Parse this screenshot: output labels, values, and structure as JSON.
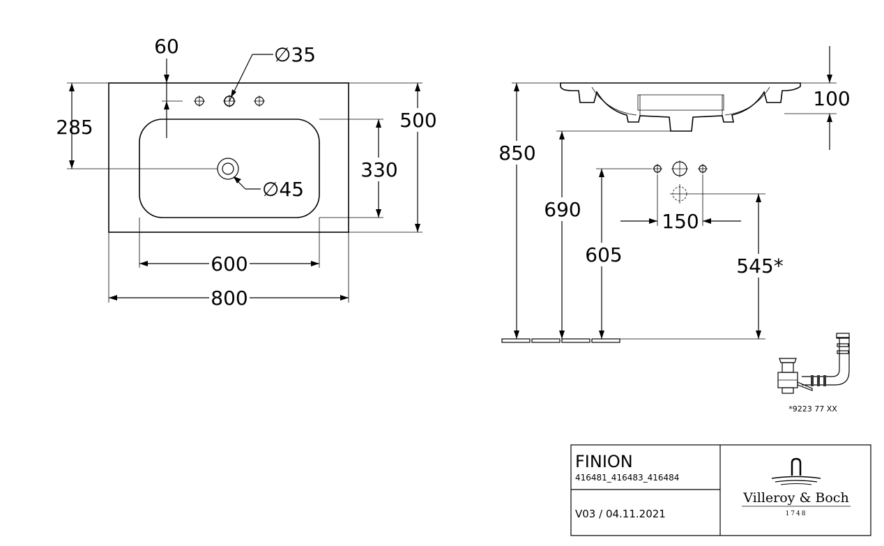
{
  "top_view": {
    "dim_tap_offset": "60",
    "dim_tap_hole": "∅35",
    "dim_front_to_drain": "285",
    "dim_overall_depth": "500",
    "dim_bowl_depth": "330",
    "dim_drain_hole": "∅45",
    "dim_bowl_width": "600",
    "dim_overall_width": "800"
  },
  "side_view": {
    "dim_rim_height": "850",
    "dim_thickness": "100",
    "dim_bottom_height": "690",
    "dim_tap_height": "605",
    "dim_tap_spacing": "150",
    "dim_waste_height": "545*"
  },
  "waste_note": "*9223 77 XX",
  "title_block": {
    "product": "FINION",
    "article_numbers": "416481_416483_416484",
    "version": "V03 / 04.11.2021",
    "brand": "Villeroy & Boch",
    "brand_year": "1748"
  }
}
